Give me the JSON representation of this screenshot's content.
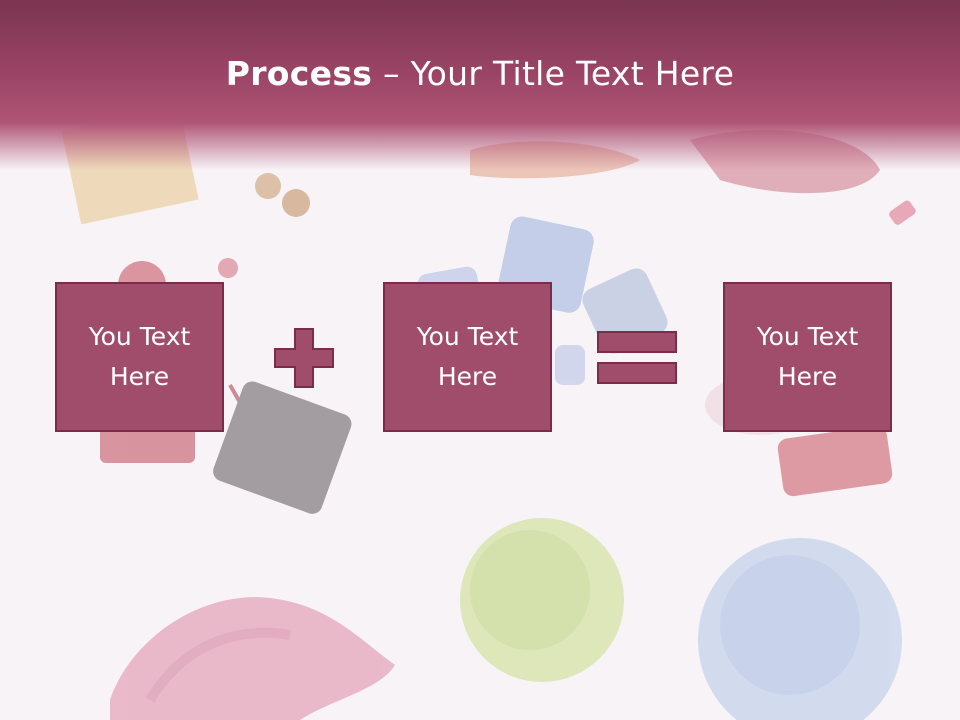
{
  "slide": {
    "title_bold": "Process",
    "title_rest": " – Your Title Text Here"
  },
  "boxes": [
    {
      "line1": "You Text",
      "line2": "Here"
    },
    {
      "line1": "You Text",
      "line2": "Here"
    },
    {
      "line1": "You Text",
      "line2": "Here"
    }
  ],
  "operators": [
    "plus-icon",
    "equals-icon"
  ],
  "colors": {
    "header": "#9c4566",
    "box_fill": "#a04d6b",
    "box_border": "#7a2c4a",
    "text": "#ffffff"
  }
}
